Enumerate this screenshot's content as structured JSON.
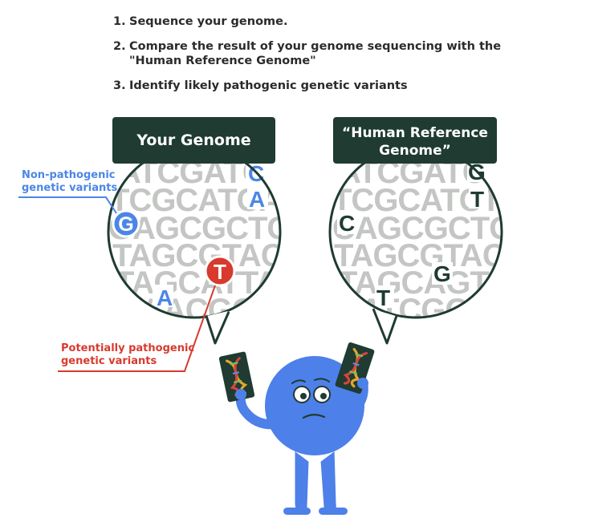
{
  "steps": [
    {
      "num": "1.",
      "text": "Sequence your genome."
    },
    {
      "num": "2.",
      "text": "Compare the result of your genome sequencing with the \"Human Reference Genome\""
    },
    {
      "num": "3.",
      "text": "Identify likely pathogenic genetic variants"
    }
  ],
  "your_genome": {
    "title": "Your Genome",
    "rows": [
      "ATCGATCC",
      "TCGCATCA",
      "GAGCGCTG",
      "TAGCGTACC",
      "TAGCATTAC",
      "AACGCG"
    ],
    "blue_variants": [
      "C",
      "A",
      "G",
      "A"
    ],
    "red_variant": "T"
  },
  "reference_genome": {
    "title_line1": "“Human Reference",
    "title_line2": "Genome”",
    "rows": [
      "ATCGATCG",
      "TCGCATCT",
      "CAGCGCTG",
      "TAGCGTACC",
      "TAGCAGTA",
      "ATCGCG"
    ],
    "dark_letters": [
      "G",
      "T",
      "C",
      "G",
      "T"
    ]
  },
  "annotations": {
    "non_pathogenic_line1": "Non-pathogenic",
    "non_pathogenic_line2": "genetic variants",
    "pathogenic_line1": "Potentially pathogenic",
    "pathogenic_line2": "genetic variants"
  },
  "colors": {
    "dark_green": "#1f3b32",
    "grey_letter": "#c4c6c4",
    "blue": "#4b86e6",
    "red": "#d83a2e",
    "character": "#4d80e8"
  }
}
